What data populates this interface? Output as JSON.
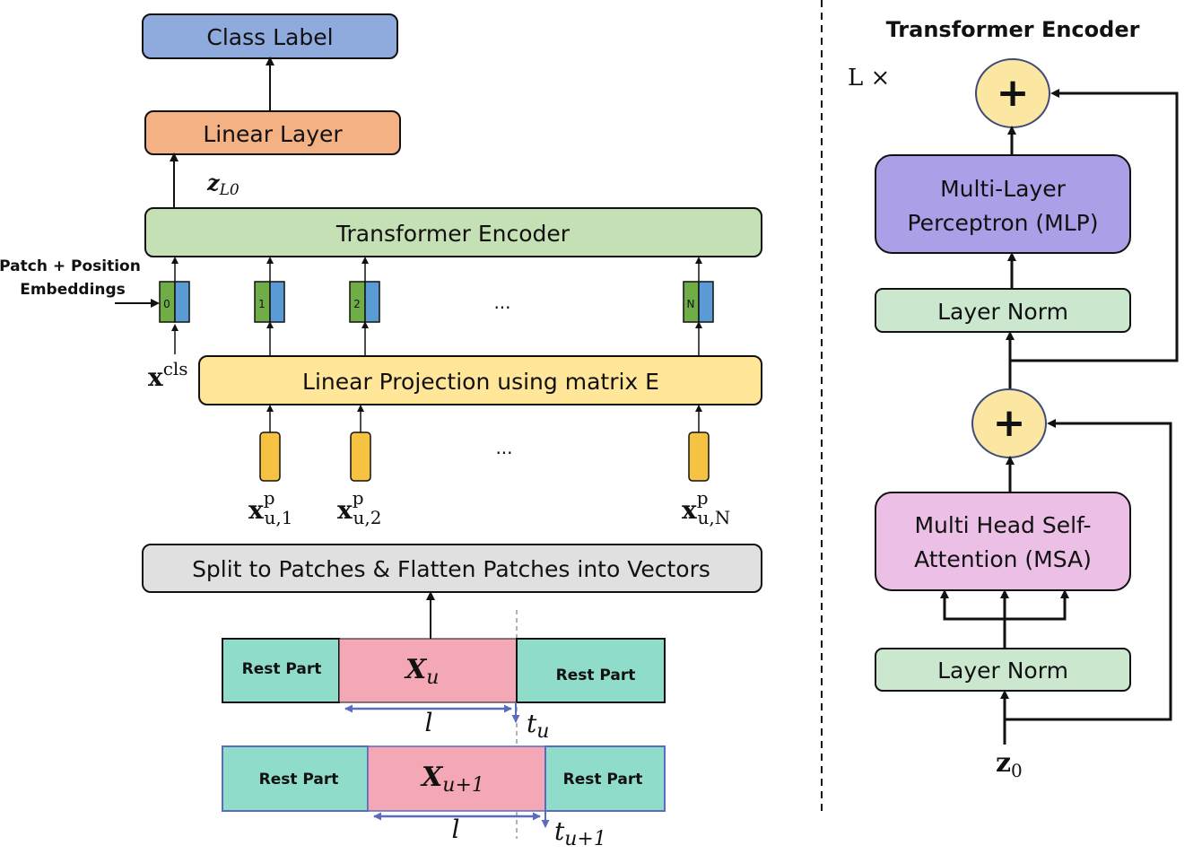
{
  "left_pipeline": {
    "class_label": "Class Label",
    "linear_layer": "Linear Layer",
    "z_label_main": "z",
    "z_label_sub": "L0",
    "transformer_encoder": "Transformer Encoder",
    "patch_position_label_line1": "Patch + Position",
    "patch_position_label_line2": "Embeddings",
    "tokens": [
      "0",
      "1",
      "2",
      "N"
    ],
    "ellipsis": "...",
    "xcls_main": "x",
    "xcls_sup": "cls",
    "linear_projection": "Linear Projection using matrix E",
    "patch_vectors": [
      {
        "main": "x",
        "sup": "p",
        "sub": "u,1"
      },
      {
        "main": "x",
        "sup": "p",
        "sub": "u,2"
      },
      {
        "main": "x",
        "sup": "p",
        "sub": "u,N"
      }
    ],
    "split_patches": "Split to Patches & Flatten Patches into Vectors"
  },
  "windows": [
    {
      "left_label": "Rest Part",
      "center_main": "X",
      "center_sub": "u",
      "right_label": "Rest Part",
      "length_label": "l",
      "time_main": "t",
      "time_sub": "u"
    },
    {
      "left_label": "Rest Part",
      "center_main": "X",
      "center_sub": "u+1",
      "right_label": "Rest Part",
      "length_label": "l",
      "time_main": "t",
      "time_sub": "u+1"
    }
  ],
  "encoder_detail": {
    "title": "Transformer Encoder",
    "repeat_label": "L ×",
    "plus": "+",
    "mlp_line1": "Multi-Layer",
    "mlp_line2": "Perceptron (MLP)",
    "layer_norm_top": "Layer Norm",
    "msa_line1": "Multi Head Self-",
    "msa_line2": "Attention (MSA)",
    "layer_norm_bottom": "Layer Norm",
    "z0_main": "z",
    "z0_sub": "0"
  },
  "colors": {
    "class_label": "#8faadc",
    "linear_layer": "#f4b183",
    "transformer_encoder": "#c5e0b4",
    "linear_projection": "#ffe699",
    "split_patches": "#e0e0e0",
    "token_green": "#70ad47",
    "token_blue": "#5b9bd5",
    "patch_vector": "#f5c242",
    "rest_part": "#8fdccb",
    "window": "#f4a7b5",
    "arrow_blue": "#5b6bbf",
    "mlp": "#ab9fe8",
    "msa": "#ebbfe6",
    "layer_norm": "#cbe8cf",
    "plus_circle": "#fbe6a2"
  }
}
